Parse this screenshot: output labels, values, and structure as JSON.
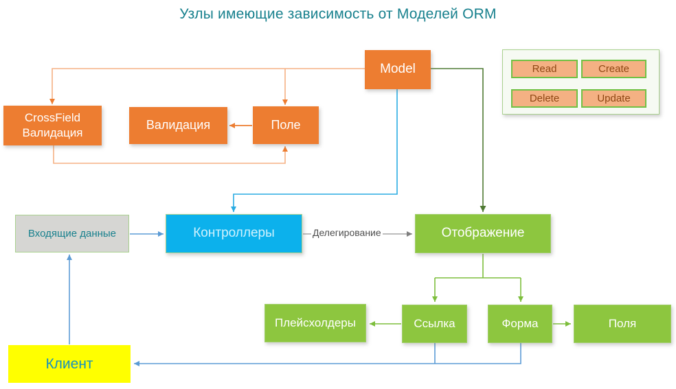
{
  "title": "Узлы имеющие зависимость от Моделей ORM",
  "nodes": {
    "model": {
      "label": "Model",
      "color": "#ED7D31"
    },
    "crossfield": {
      "label": "CrossField Валидация",
      "color": "#ED7D31"
    },
    "validation": {
      "label": "Валидация",
      "color": "#ED7D31"
    },
    "field": {
      "label": "Поле",
      "color": "#ED7D31"
    },
    "incoming": {
      "label": "Входящие данные",
      "color": "#D6D6D3"
    },
    "controllers": {
      "label": "Контроллеры",
      "color": "#0CB1EC"
    },
    "view": {
      "label": "Отображение",
      "color": "#8DC63F"
    },
    "placeholders": {
      "label": "Плейсхолдеры",
      "color": "#8DC63F"
    },
    "link": {
      "label": "Ссылка",
      "color": "#8DC63F"
    },
    "form": {
      "label": "Форма",
      "color": "#8DC63F"
    },
    "fields": {
      "label": "Поля",
      "color": "#8DC63F"
    },
    "client": {
      "label": "Клиент",
      "color": "#FFFF00"
    }
  },
  "legend": {
    "items": [
      {
        "label": "Read"
      },
      {
        "label": "Create"
      },
      {
        "label": "Delete"
      },
      {
        "label": "Update"
      }
    ]
  },
  "edge_labels": {
    "delegation": "Делегирование"
  },
  "colors": {
    "title_text": "#17808D",
    "orange_node": "#ED7D31",
    "orange_connector": "#F5B183",
    "legend_chip_fill": "#F4B183",
    "legend_chip_border": "#70C144",
    "legend_chip_text": "#8E4613",
    "green_node": "#8DC63F",
    "green_connector": "#7DBE3C",
    "dark_green_connector": "#4F7A33",
    "cyan_node": "#0CB1EC",
    "cyan_connector": "#29ABE2",
    "steel_blue_connector": "#5B9BD5",
    "gray_node": "#D6D6D3",
    "gray_connector": "#A6A6A6",
    "client_yellow": "#FFFF00",
    "teal_text": "#17808D"
  }
}
